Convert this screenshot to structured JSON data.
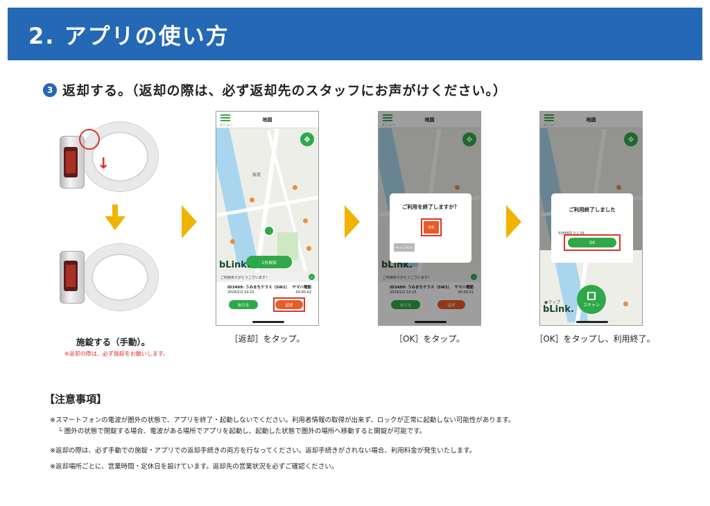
{
  "header": {
    "title": "2. アプリの使い方"
  },
  "step": {
    "number": "3",
    "text": "返却する。（返却の際は、必ず返却先のスタッフにお声がけください。）"
  },
  "lock_section": {
    "caption": "施錠する（手動）。",
    "note": "※返却の際は、必ず施錠をお願いします。"
  },
  "phones": {
    "common": {
      "menu_label": "メニュー",
      "map_title": "地図",
      "brand": "bLink.",
      "thanks": "ご利用ありがとうございます！",
      "bike_line1": "ID3499: うみまちテラス（SW1）",
      "bike_model": "ヤマハ電動",
      "date1": "2024/2/2 10:23",
      "open_label": "あける",
      "return_label": "返却"
    },
    "phone1": {
      "time": "00:00:02",
      "pill": "1台表知",
      "caption": "［返却］をタップ。"
    },
    "phone2": {
      "time": "00:00:31",
      "dialog_title": "ご利用を終了しますか？",
      "ok": "OK",
      "cancel": "キャンセル",
      "caption": "［OK］をタップ。"
    },
    "phone3": {
      "dialog_title": "ご利用終了しました",
      "usage_time": "利用時間 0:1:38",
      "ok": "OK",
      "scan_label": "スキャン",
      "map_label": "●マップ",
      "caption": "［OK］をタップし、利用終了。"
    }
  },
  "map_labels": {
    "sakura": "桜道"
  },
  "notes": {
    "title": "【注意事項】",
    "items": [
      "※スマートフォンの電波が圏外の状態で、アプリを終了・起動しないでください。利用者情報の取得が出来ず、ロックが正常に起動しない可能性があります。",
      "└ 圏外の状態で閉錠する場合、電波がある場所でアプリを起動し、起動した状態で圏外の場所へ移動すると開錠が可能です。",
      "※返却の際は、必ず手動での施錠・アプリでの返却手続きの両方を行なってください。返却手続きがされない場合、利用料金が発生いたします。",
      "※返却場所ごとに、営業時間・定休日を設けています。返却先の営業状況を必ずご確認ください。"
    ]
  },
  "colors": {
    "header_bg": "#2568b5",
    "arrow": "#f0b400",
    "accent_red": "#e0322a",
    "app_green": "#2fa84a",
    "app_orange": "#e75d2a"
  }
}
